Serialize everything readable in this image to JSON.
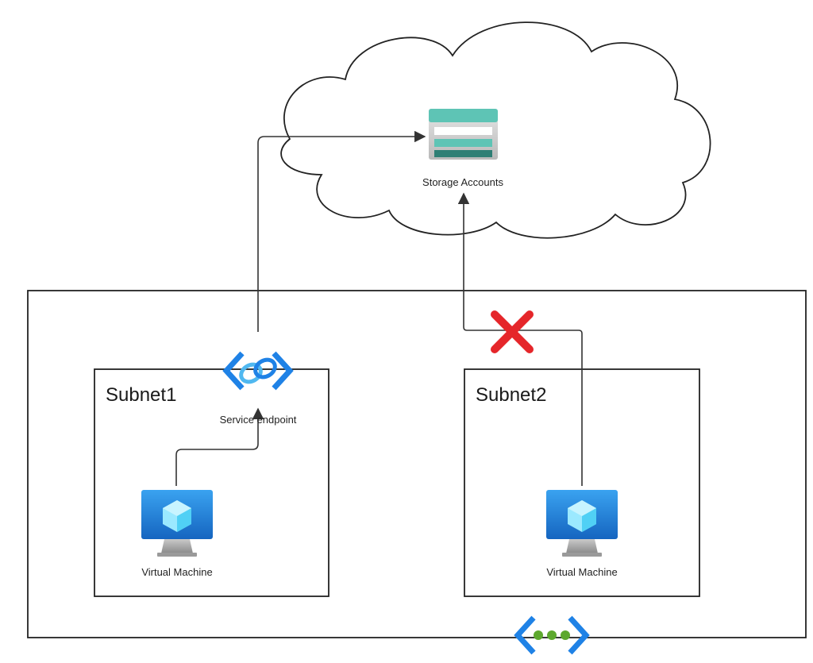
{
  "cloud": {
    "storage": {
      "label": "Storage Accounts",
      "icon": "storage-account-icon"
    }
  },
  "vnet": {
    "icon": "virtual-network-icon",
    "subnet1": {
      "title": "Subnet1",
      "endpoint": {
        "label": "Service endpoint",
        "icon": "service-endpoint-icon"
      },
      "vm": {
        "label": "Virtual Machine",
        "icon": "virtual-machine-icon"
      }
    },
    "subnet2": {
      "title": "Subnet2",
      "vm": {
        "label": "Virtual Machine",
        "icon": "virtual-machine-icon"
      },
      "blocked_marker": "red-x-icon"
    }
  },
  "colors": {
    "storage_green": "#5ec4b5",
    "storage_dark": "#2e7f75",
    "azure_blue": "#1f82e6",
    "azure_cyan": "#50e6ff",
    "block_red": "#e5262a",
    "vnet_dots": "#5da82e"
  }
}
